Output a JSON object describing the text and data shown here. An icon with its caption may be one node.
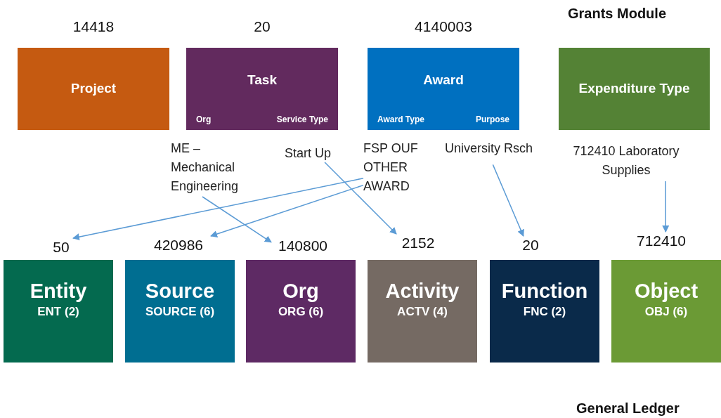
{
  "diagram": {
    "nodes": [
      {
        "text": [
          "Project"
        ],
        "beside": [
          "14418"
        ]
      },
      {
        "text": [
          "Task",
          "Org",
          "Service Type"
        ],
        "beside": [
          "20"
        ]
      },
      {
        "text": [
          "Award",
          "Award Type",
          "Purpose"
        ],
        "beside": [
          "4140003"
        ]
      },
      {
        "text": [
          "Expenditure Type"
        ]
      },
      {
        "text": [
          "ME – Mechanical Engineering"
        ]
      },
      {
        "text": [
          "Start Up"
        ]
      },
      {
        "text": [
          "FSP OUF OTHER AWARD"
        ]
      },
      {
        "text": [
          "University Rsch"
        ]
      },
      {
        "text": [
          "712410 Laboratory Supplies"
        ]
      },
      {
        "text": [
          "50"
        ]
      },
      {
        "text": [
          "420986"
        ]
      },
      {
        "text": [
          "140800"
        ]
      },
      {
        "text": [
          "2152"
        ]
      },
      {
        "text": [
          "20"
        ]
      },
      {
        "text": [
          "712410"
        ]
      },
      {
        "text": [
          "Entity",
          "ENT (2)"
        ]
      },
      {
        "text": [
          "Source",
          "SOURCE (6)"
        ]
      },
      {
        "text": [
          "Org",
          "ORG (6)"
        ]
      },
      {
        "text": [
          "Activity",
          "ACTV (4)"
        ]
      },
      {
        "text": [
          "Function",
          "FNC (2)"
        ]
      },
      {
        "text": [
          "Object",
          "OBJ (6)"
        ]
      }
    ],
    "edges": [
      {
        "from": 6,
        "to": 9,
        "arrow": "to"
      },
      {
        "from": 6,
        "to": 10,
        "arrow": "to"
      },
      {
        "from": 4,
        "to": 11,
        "arrow": "to"
      },
      {
        "from": 5,
        "to": 12,
        "arrow": "to"
      },
      {
        "from": 7,
        "to": 13,
        "arrow": "to"
      },
      {
        "from": 8,
        "to": 14,
        "arrow": "to"
      }
    ],
    "labels": [
      "Grants Module",
      "General Ledger"
    ]
  }
}
